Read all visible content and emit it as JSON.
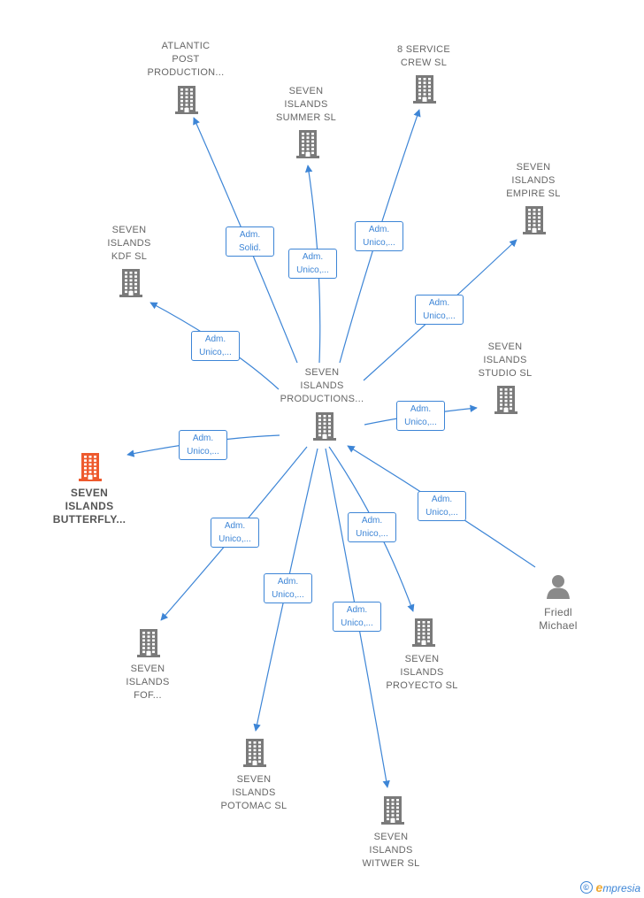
{
  "colors": {
    "edge": "#3d85d6",
    "company": "#7a7a7a",
    "company_highlight": "#ee5a2e",
    "person": "#8a8a8a"
  },
  "nodes": [
    {
      "id": "center",
      "label": "SEVEN\nISLANDS\nPRODUCTIONS...",
      "kind": "company",
      "icon": "building-icon"
    },
    {
      "id": "atlantic",
      "label": "ATLANTIC\nPOST\nPRODUCTION...",
      "kind": "company",
      "icon": "building-icon"
    },
    {
      "id": "summer",
      "label": "SEVEN\nISLANDS\nSUMMER  SL",
      "kind": "company",
      "icon": "building-icon"
    },
    {
      "id": "service",
      "label": "8 SERVICE\nCREW  SL",
      "kind": "company",
      "icon": "building-icon"
    },
    {
      "id": "empire",
      "label": "SEVEN\nISLANDS\nEMPIRE  SL",
      "kind": "company",
      "icon": "building-icon"
    },
    {
      "id": "kdf",
      "label": "SEVEN\nISLANDS\nKDF  SL",
      "kind": "company",
      "icon": "building-icon"
    },
    {
      "id": "studio",
      "label": "SEVEN\nISLANDS\nSTUDIO  SL",
      "kind": "company",
      "icon": "building-icon"
    },
    {
      "id": "butterfly",
      "label": "SEVEN\nISLANDS\nBUTTERFLY...",
      "kind": "company-highlight",
      "icon": "building-icon"
    },
    {
      "id": "fof",
      "label": "SEVEN\nISLANDS\nFOF...",
      "kind": "company",
      "icon": "building-icon"
    },
    {
      "id": "proyecto",
      "label": "SEVEN\nISLANDS\nPROYECTO  SL",
      "kind": "company",
      "icon": "building-icon"
    },
    {
      "id": "potomac",
      "label": "SEVEN\nISLANDS\nPOTOMAC  SL",
      "kind": "company",
      "icon": "building-icon"
    },
    {
      "id": "witwer",
      "label": "SEVEN\nISLANDS\nWITWER  SL",
      "kind": "company",
      "icon": "building-icon"
    },
    {
      "id": "friedl",
      "label": "Friedl\nMichael",
      "kind": "person",
      "icon": "person-icon"
    }
  ],
  "edges": [
    {
      "from": "center",
      "to": "atlantic",
      "label": "Adm.\nSolid."
    },
    {
      "from": "center",
      "to": "summer",
      "label": "Adm.\nUnico,..."
    },
    {
      "from": "center",
      "to": "service",
      "label": "Adm.\nUnico,..."
    },
    {
      "from": "center",
      "to": "empire",
      "label": "Adm.\nUnico,..."
    },
    {
      "from": "center",
      "to": "kdf",
      "label": "Adm.\nUnico,..."
    },
    {
      "from": "center",
      "to": "studio",
      "label": "Adm.\nUnico,..."
    },
    {
      "from": "center",
      "to": "butterfly",
      "label": "Adm.\nUnico,..."
    },
    {
      "from": "center",
      "to": "fof",
      "label": "Adm.\nUnico,..."
    },
    {
      "from": "center",
      "to": "proyecto",
      "label": "Adm.\nUnico,..."
    },
    {
      "from": "center",
      "to": "potomac",
      "label": "Adm.\nUnico,..."
    },
    {
      "from": "center",
      "to": "witwer",
      "label": "Adm.\nUnico,..."
    },
    {
      "from": "friedl",
      "to": "center",
      "label": "Adm.\nUnico,..."
    }
  ],
  "footer": {
    "copyright_symbol": "©",
    "brand_initial": "e",
    "brand_rest": "mpresia"
  }
}
